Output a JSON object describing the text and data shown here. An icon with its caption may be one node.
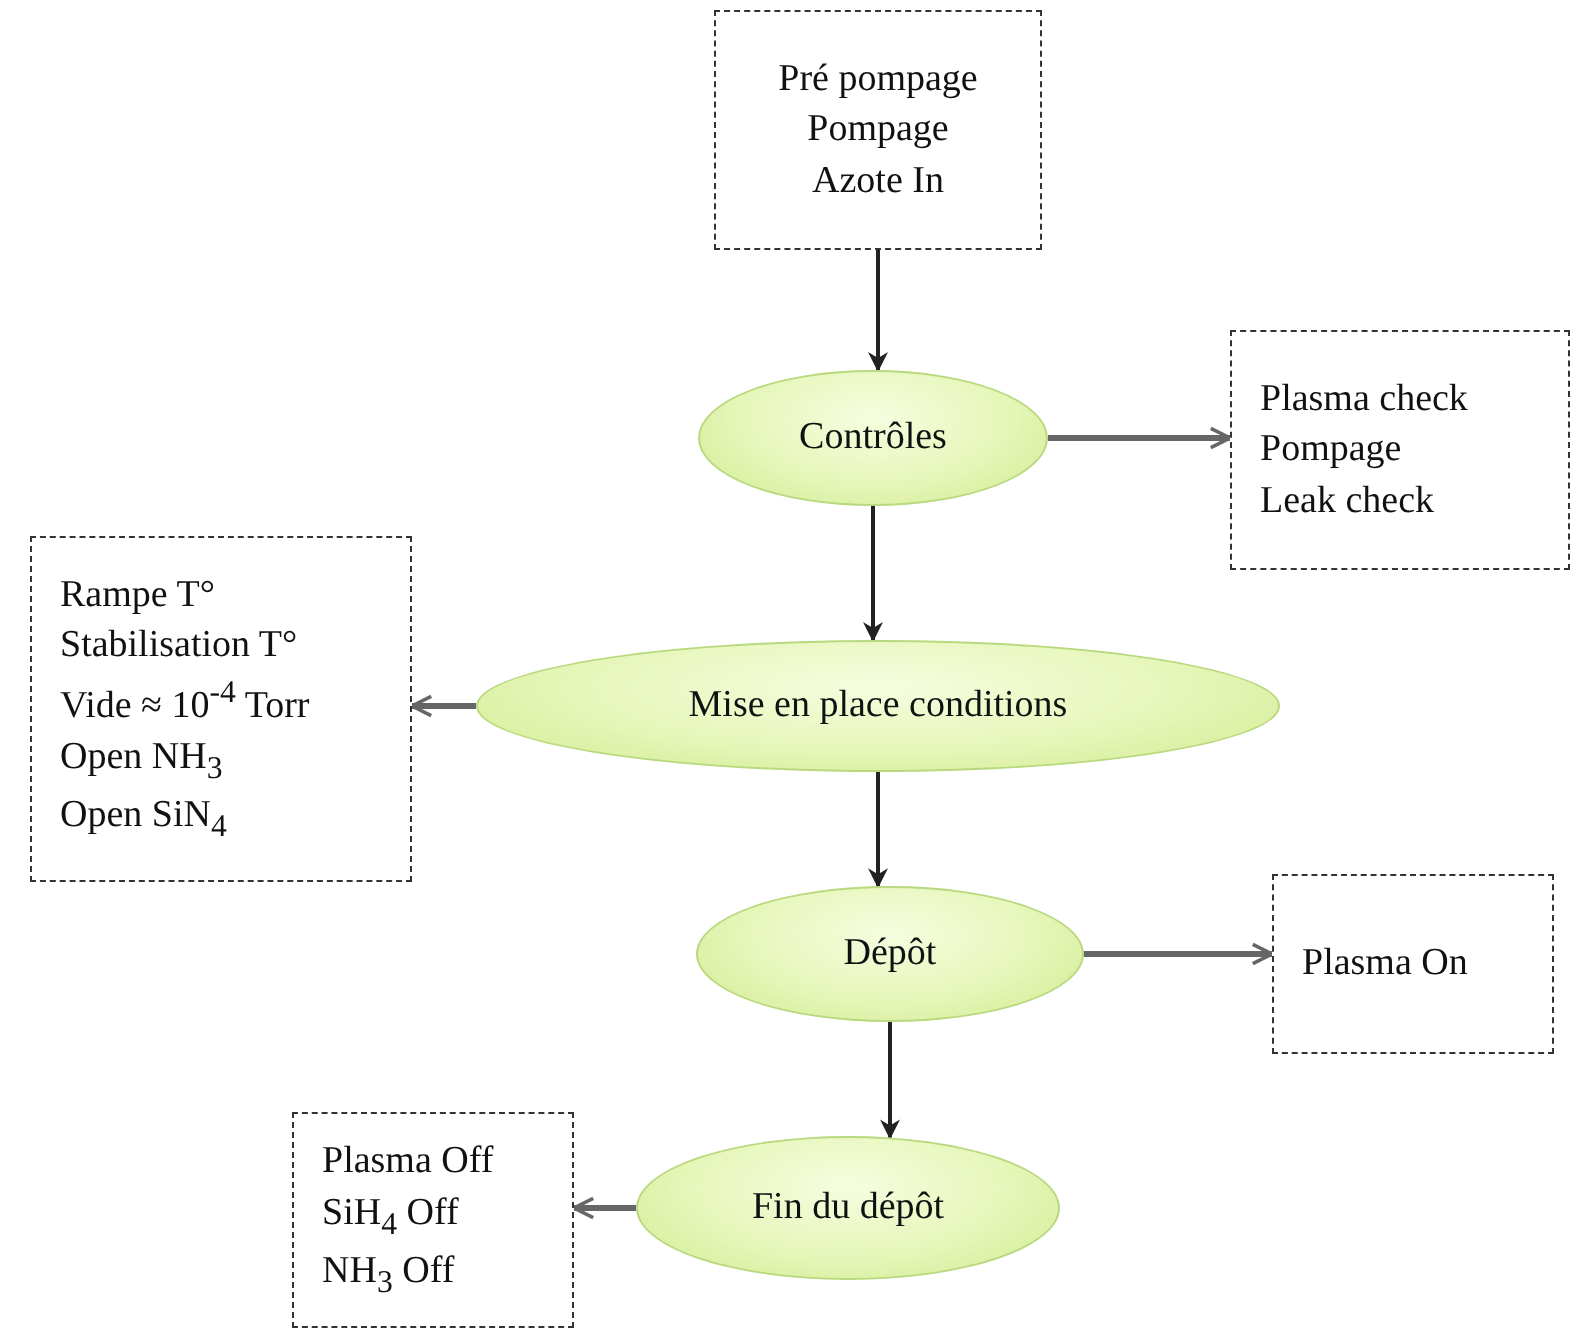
{
  "diagram": {
    "nodes": [
      {
        "text": [
          "Pré pompage",
          "Pompage",
          "Azote In"
        ]
      },
      {
        "text": [
          "Contrôles"
        ]
      },
      {
        "text": [
          "Plasma check",
          "Pompage",
          "Leak check"
        ]
      },
      {
        "text": [
          "Mise en place conditions"
        ]
      },
      {
        "text": [
          "Rampe T°",
          "Stabilisation T°",
          "Vide ≈ 10$^{-4}$ Torr",
          "Open NH$_{3}$",
          "Open SiN$_{4}$"
        ]
      },
      {
        "text": [
          "Dépôt"
        ]
      },
      {
        "text": [
          "Plasma On"
        ]
      },
      {
        "text": [
          "Fin du dépôt"
        ]
      },
      {
        "text": [
          "Plasma Off",
          "SiH$_{4}$ Off",
          "NH$_{3}$ Off"
        ]
      }
    ],
    "edges": [
      {
        "from": 0,
        "to": 1,
        "arrow": "to"
      },
      {
        "from": 1,
        "to": 2,
        "arrow": "to"
      },
      {
        "from": 1,
        "to": 3,
        "arrow": "to"
      },
      {
        "from": 3,
        "to": 4,
        "arrow": "to"
      },
      {
        "from": 3,
        "to": 5,
        "arrow": "to"
      },
      {
        "from": 5,
        "to": 6,
        "arrow": "to"
      },
      {
        "from": 5,
        "to": 7,
        "arrow": "to"
      },
      {
        "from": 7,
        "to": 8,
        "arrow": "to"
      }
    ]
  }
}
